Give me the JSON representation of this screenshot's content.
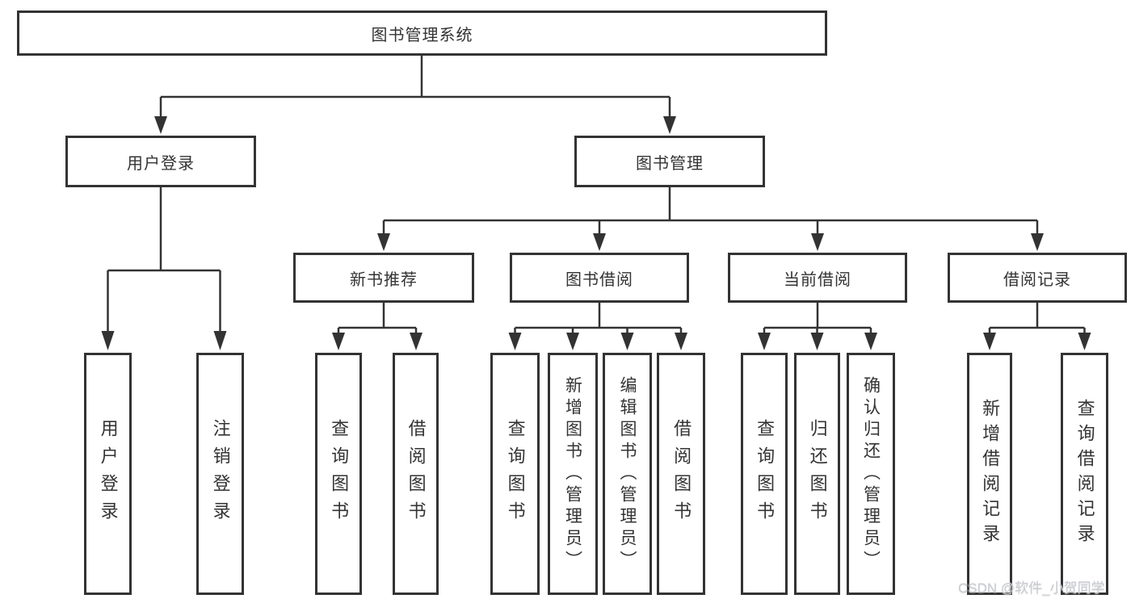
{
  "diagram": {
    "title": "图书管理系统",
    "nodes": {
      "root": {
        "label": "图书管理系统"
      },
      "level2": [
        {
          "label": "用户登录"
        },
        {
          "label": "图书管理"
        }
      ],
      "level3": [
        {
          "label": "新书推荐"
        },
        {
          "label": "图书借阅"
        },
        {
          "label": "当前借阅"
        },
        {
          "label": "借阅记录"
        }
      ],
      "leaves": [
        {
          "label": "用户登录"
        },
        {
          "label": "注销登录"
        },
        {
          "label": "查询图书"
        },
        {
          "label": "借阅图书"
        },
        {
          "label": "查询图书"
        },
        {
          "label": "新增图书（管理员）"
        },
        {
          "label": "编辑图书（管理员）"
        },
        {
          "label": "借阅图书"
        },
        {
          "label": "查询图书"
        },
        {
          "label": "归还图书"
        },
        {
          "label": "确认归还（管理员）"
        },
        {
          "label": "新增借阅记录"
        },
        {
          "label": "查询借阅记录"
        }
      ]
    },
    "colors": {
      "line": "#333333",
      "text": "#333333",
      "background": "#ffffff",
      "watermark": "#c9ccd2"
    }
  },
  "watermark": {
    "text": "CSDN @软件_小贺同学"
  }
}
